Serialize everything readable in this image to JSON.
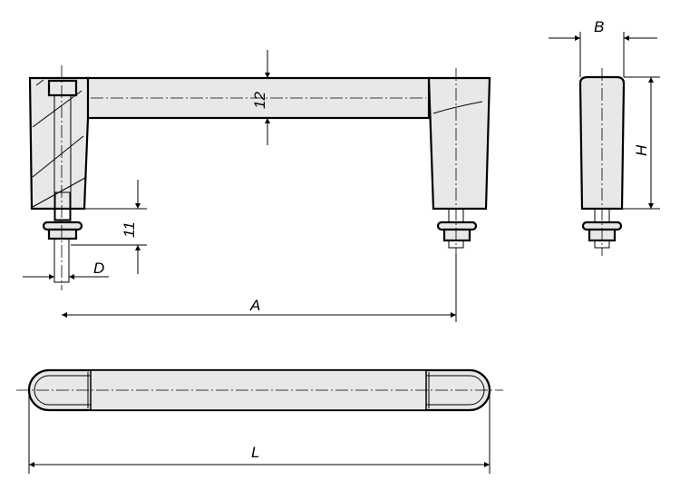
{
  "labels": {
    "bar_thickness": "12",
    "thread_length": "11",
    "thread_diameter": "D",
    "hole_spacing": "A",
    "width": "B",
    "height": "H",
    "length": "L"
  },
  "colors": {
    "fill": "#e8e8e8",
    "line": "#000000"
  }
}
